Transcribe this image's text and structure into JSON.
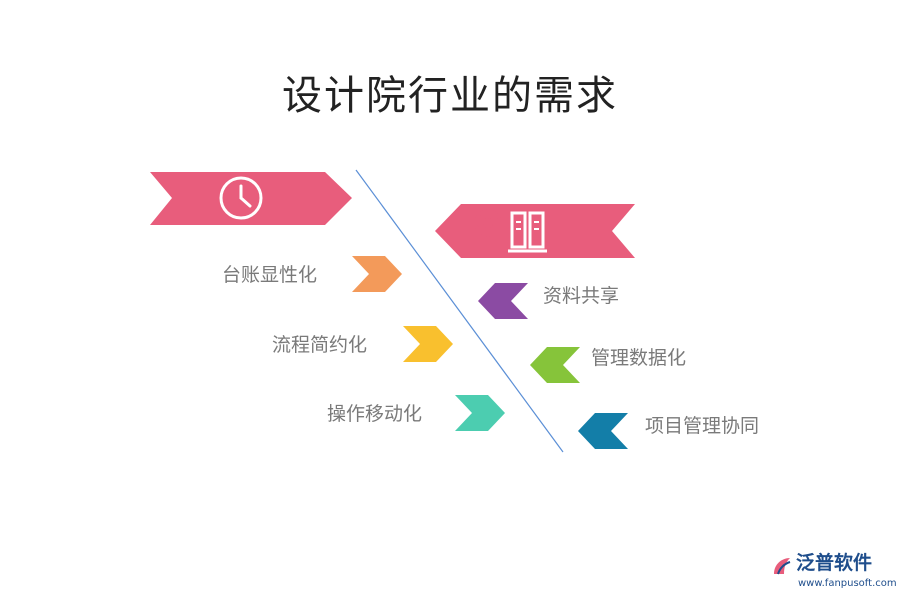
{
  "title": "设计院行业的需求",
  "colors": {
    "header_banner": "#e85d7c",
    "divider_line": "#5b8fd6",
    "label_text": "#7a7a7a"
  },
  "left_header": {
    "icon": "clock-icon"
  },
  "right_header": {
    "icon": "book-icon"
  },
  "left_items": [
    {
      "label": "台账显性化",
      "color": "#f39a5a"
    },
    {
      "label": "流程简约化",
      "color": "#f9c02e"
    },
    {
      "label": "操作移动化",
      "color": "#4ccdb0"
    }
  ],
  "right_items": [
    {
      "label": "资料共享",
      "color": "#8b4ba3"
    },
    {
      "label": "管理数据化",
      "color": "#86c43a"
    },
    {
      "label": "项目管理协同",
      "color": "#137ea8"
    }
  ],
  "logo": {
    "name": "泛普软件",
    "url": "www.fanpusoft.com"
  }
}
